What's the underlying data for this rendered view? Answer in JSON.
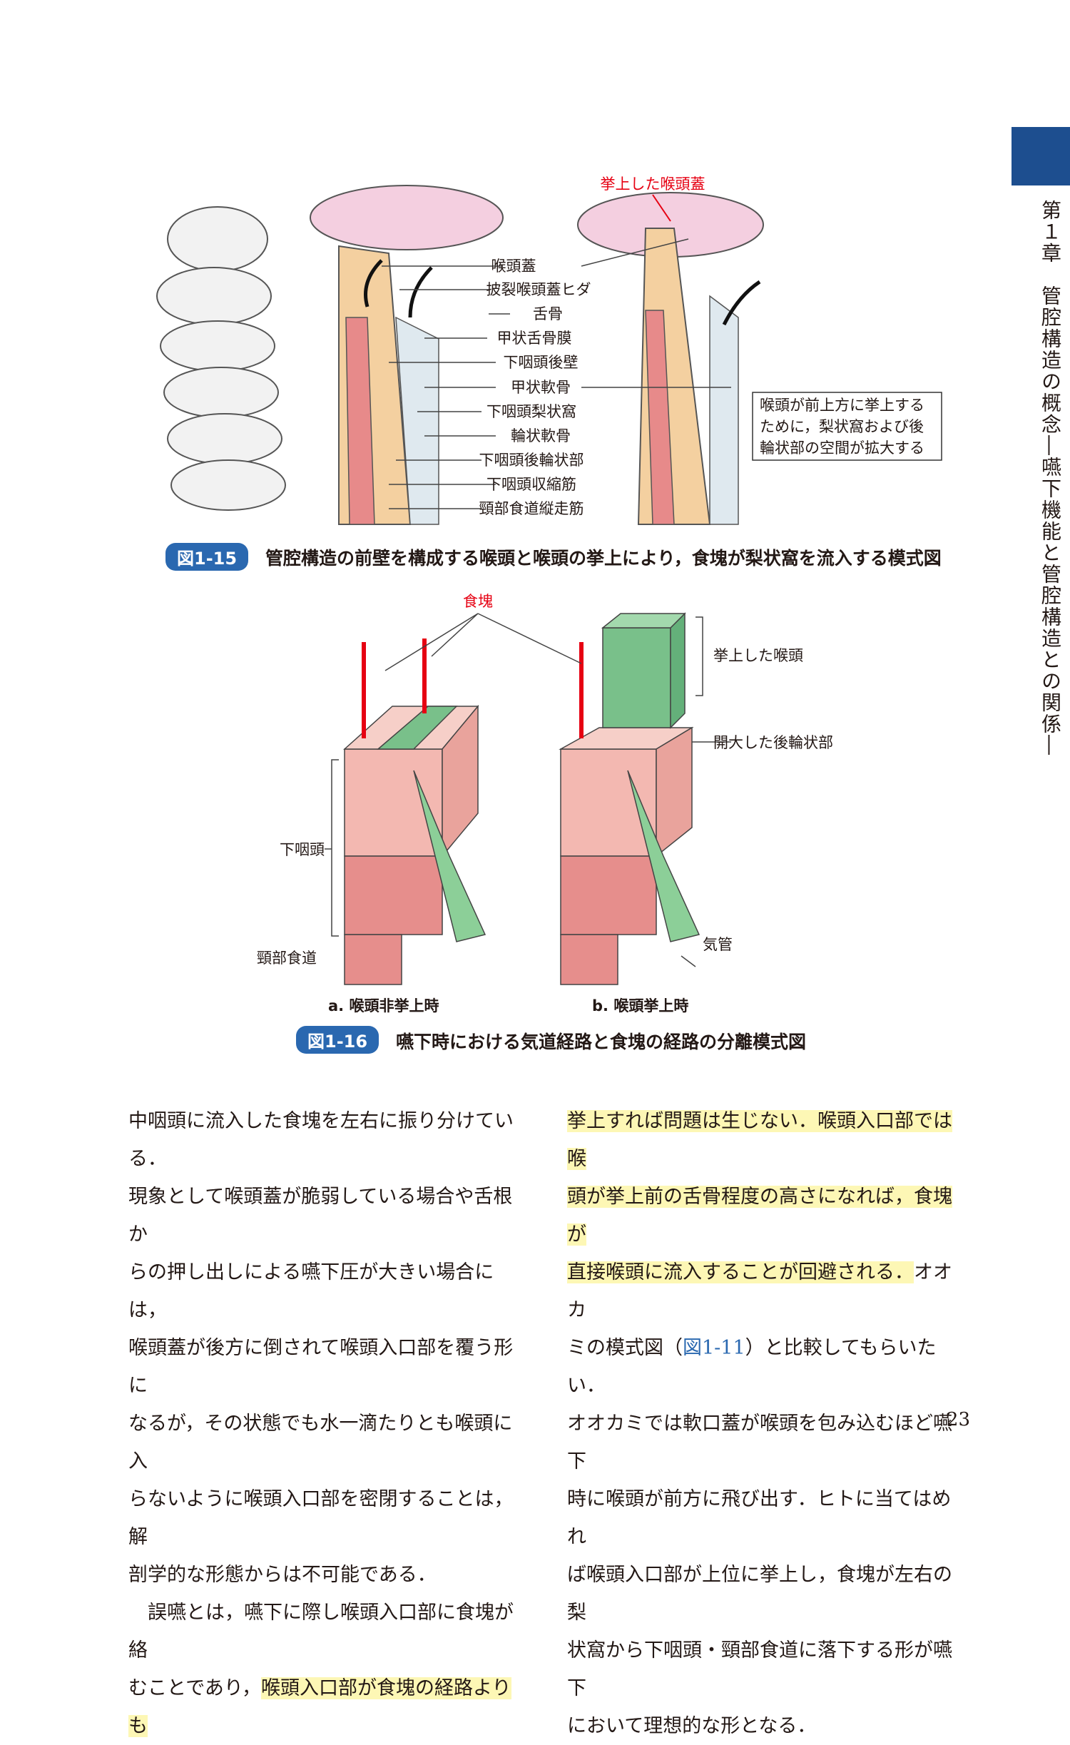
{
  "chapter": {
    "side_title": "第１章　管腔構造の概念―嚥下機能と管腔構造との関係―"
  },
  "figure15": {
    "labels": [
      "喉頭蓋",
      "披裂喉頭蓋ヒダ",
      "舌骨",
      "甲状舌骨膜",
      "下咽頭後壁",
      "甲状軟骨",
      "下咽頭梨状窩",
      "輪状軟骨",
      "下咽頭後輪状部",
      "下咽頭収縮筋",
      "頸部食道縦走筋"
    ],
    "raised_label": "挙上した喉頭蓋",
    "note_lines": [
      "喉頭が前上方に挙上する",
      "ために，梨状窩および後",
      "輪状部の空間が拡大する"
    ],
    "caption_badge": "図1-15",
    "caption": "管腔構造の前壁を構成する喉頭と喉頭の挙上により，食塊が梨状窩を流入する模式図"
  },
  "figure16": {
    "bolus": "食塊",
    "raised_larynx": "挙上した喉頭",
    "widened": "開大した後輪状部",
    "hypopharynx": "下咽頭",
    "esophagus": "頸部食道",
    "trachea": "気管",
    "sub_a": "a.  喉頭非挙上時",
    "sub_b": "b.  喉頭挙上時",
    "caption_badge": "図1-16",
    "caption": "嚥下時における気道経路と食塊の経路の分離模式図"
  },
  "body": {
    "left_1": "中咽頭に流入した食塊を左右に振り分けている．\n現象として喉頭蓋が脆弱している場合や舌根か\nらの押し出しによる嚥下圧が大きい場合には，\n喉頭蓋が後方に倒されて喉頭入口部を覆う形に\nなるが，その状態でも水一滴たりとも喉頭に入\nらないように喉頭入口部を密閉することは，解\n剖学的な形態からは不可能である．",
    "left_2a": "　誤嚥とは，嚥下に際し喉頭入口部に食塊が絡\nむことであり，",
    "left_2b": "喉頭入口部が食塊の経路よりも",
    "right_hl": "挙上すれば問題は生じない．喉頭入口部では喉\n頭が挙上前の舌骨程度の高さになれば，食塊が\n直接喉頭に流入することが回避される．",
    "right_a": "オオカ\nミの模式図（",
    "right_ref": "図1-11",
    "right_b": "）と比較してもらいたい．\nオオカミでは軟口蓋が喉頭を包み込むほど嚥下\n時に喉頭が前方に飛び出す．ヒトに当てはめれ\nば喉頭入口部が上位に挙上し，食塊が左右の梨\n状窩から下咽頭・頸部食道に落下する形が嚥下\nにおいて理想的な形となる．"
  },
  "page_number": "23"
}
